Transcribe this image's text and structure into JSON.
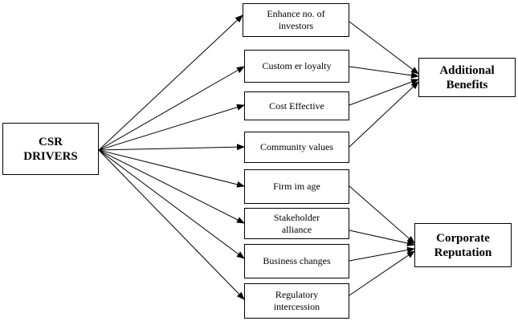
{
  "source": {
    "label": "CSR\nDRIVERS"
  },
  "factors": [
    {
      "id": "investors",
      "label": "Enhance no. of\ninvestors",
      "outcome": "benefits"
    },
    {
      "id": "loyalty",
      "label": "Custom er loyalty",
      "outcome": "benefits"
    },
    {
      "id": "cost",
      "label": "Cost Effective",
      "outcome": "benefits"
    },
    {
      "id": "community",
      "label": "Community values",
      "outcome": "benefits"
    },
    {
      "id": "image",
      "label": "Firm  im age",
      "outcome": "reputation"
    },
    {
      "id": "stakeholder",
      "label": "Stakeholder\nalliance",
      "outcome": "reputation"
    },
    {
      "id": "business",
      "label": "Business changes",
      "outcome": "reputation"
    },
    {
      "id": "regulatory",
      "label": "Regulatory\nintercession",
      "outcome": "reputation"
    }
  ],
  "outcomes": {
    "benefits": {
      "label": "Additional\nBenefits"
    },
    "reputation": {
      "label": "Corporate\nReputation"
    }
  }
}
